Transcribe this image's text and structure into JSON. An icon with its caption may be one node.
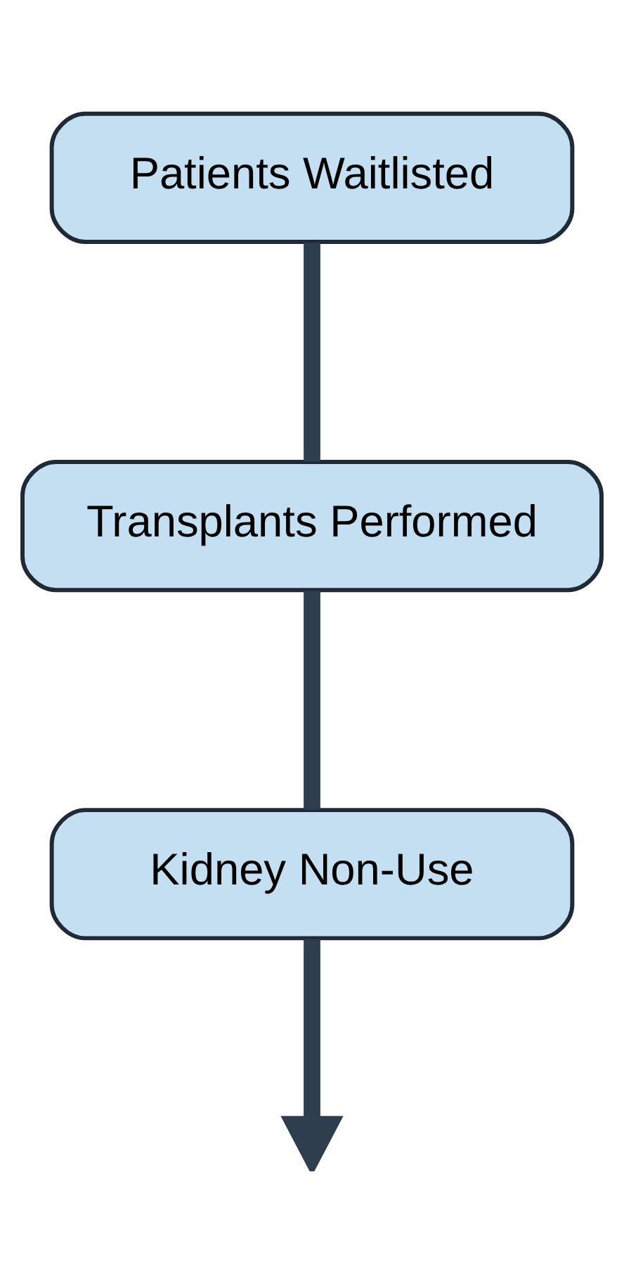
{
  "diagram": {
    "nodes": [
      {
        "text": [
          "Patients Waitlisted"
        ]
      },
      {
        "text": [
          "Transplants Performed"
        ]
      },
      {
        "text": [
          "Kidney Non-Use"
        ]
      }
    ],
    "edges": [
      {
        "from": 0,
        "to": 1,
        "arrow": "none"
      },
      {
        "from": 1,
        "to": 2,
        "arrow": "none"
      },
      {
        "from": 2,
        "to": null,
        "arrow": "to"
      }
    ]
  }
}
